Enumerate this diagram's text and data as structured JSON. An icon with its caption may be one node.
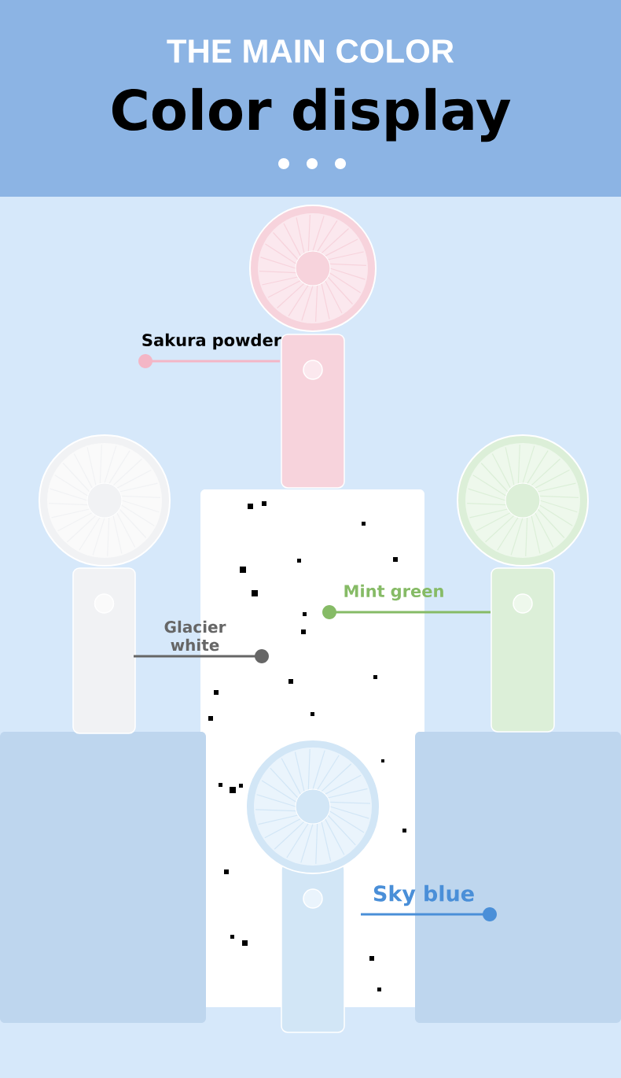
{
  "diagram": {
    "title": "Color display",
    "nodes": [
      {
        "text": [
          "Sakura powder"
        ]
      },
      {
        "text": [],
        "shape": "picture"
      },
      {
        "text": [
          "Glacier white"
        ]
      },
      {
        "text": [],
        "shape": "picture"
      },
      {
        "text": [
          "Mint green"
        ]
      },
      {
        "text": [],
        "shape": "picture"
      },
      {
        "text": [
          "Sky blue"
        ]
      },
      {
        "text": [],
        "shape": "picture"
      }
    ],
    "edges": [
      {
        "from": 0,
        "to": 1,
        "arrow": "other",
        "color": "#f4b6c6"
      },
      {
        "from": 2,
        "to": 3,
        "arrow": "other",
        "color": "#666666"
      },
      {
        "from": 4,
        "to": 5,
        "arrow": "other",
        "color": "#86bb66"
      },
      {
        "from": 6,
        "to": 7,
        "arrow": "other",
        "color": "#4a8fd8"
      }
    ],
    "labels": [
      "THE MAIN COLOR"
    ]
  }
}
